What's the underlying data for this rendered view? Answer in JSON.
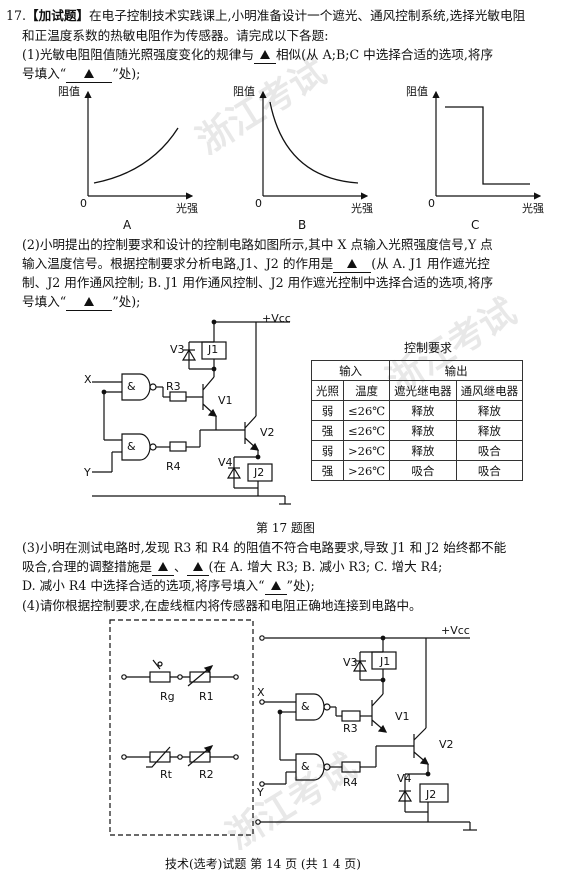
{
  "question": {
    "line1_num": "17.",
    "line1_tag": "【加试题】",
    "line1_text": "在电子控制技术实践课上,小明准备设计一个遮光、通风控制系统,选择光敏电阻",
    "line2": "和正温度系数的热敏电阻作为传感器。请完成以下各题:",
    "p1_a": "(1)光敏电阻阻值随光照强度变化的规律与",
    "p1_b": "相似(从 A;B;C 中选择合适的选项,将序",
    "p1_c": "号填入“",
    "p1_d": "”处);",
    "p2_a": "(2)小明提出的控制要求和设计的控制电路如图所示,其中 X 点输入光照强度信号,Y 点",
    "p2_b": "输入温度信号。根据控制要求分析电路,J1、J2 的作用是",
    "p2_c": "(从 A. J1 用作遮光控",
    "p2_d": "制、J2 用作通风控制;  B. J1 用作通风控制、J2 用作遮光控制中选择合适的选项,将序",
    "p2_e": "号填入“",
    "p2_f": "”处);",
    "p3_a": "(3)小明在测试电路时,发现 R3 和 R4 的阻值不符合电路要求,导致 J1 和 J2 始终都不能",
    "p3_b": "吸合,合理的调整措施是",
    "p3_c": "(在 A. 增大 R3;  B. 减小 R3;  C. 增大 R4;",
    "p3_d": "D. 减小 R4 中选择合适的选项,将序号填入“",
    "p3_e": "”处);",
    "p4": "(4)请你根据控制要求,在虚线框内将传感器和电阻正确地连接到电路中。",
    "figure_caption": "第 17 题图",
    "footer": "技术(选考)试题   第 14 页 (共 1 4 页)"
  },
  "graphs": {
    "ylabel": "阻值",
    "xlabel": "光强",
    "origin": "0",
    "labels": [
      "A",
      "B",
      "C"
    ]
  },
  "circuit": {
    "vcc": "+Vcc",
    "x": "X",
    "y": "Y",
    "gate": "&",
    "r3": "R3",
    "r4": "R4",
    "v1": "V1",
    "v2": "V2",
    "v3": "V3",
    "v4": "V4",
    "j1": "J1",
    "j2": "J2",
    "rg": "Rg",
    "r1": "R1",
    "rt": "Rt",
    "r2": "R2"
  },
  "table": {
    "title": "控制要求",
    "group_in": "输入",
    "group_out": "输出",
    "headers": [
      "光照",
      "温度",
      "遮光继电器",
      "通风继电器"
    ],
    "rows": [
      [
        "弱",
        "≤26℃",
        "释放",
        "释放"
      ],
      [
        "强",
        "≤26℃",
        "释放",
        "释放"
      ],
      [
        "弱",
        ">26℃",
        "释放",
        "吸合"
      ],
      [
        "强",
        ">26℃",
        "吸合",
        "吸合"
      ]
    ]
  },
  "watermark": "浙江考试"
}
